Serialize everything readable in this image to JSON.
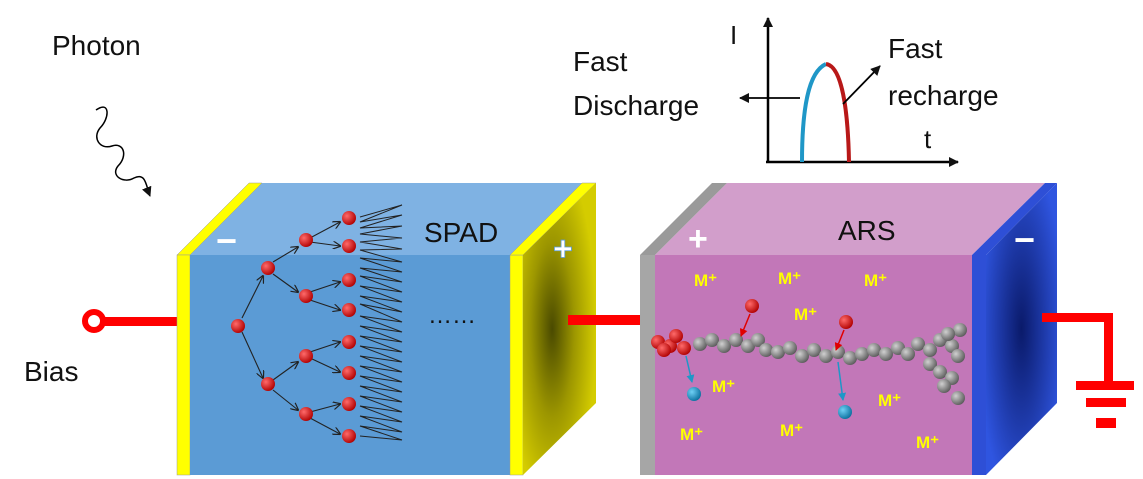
{
  "labels": {
    "photon": "Photon",
    "bias": "Bias",
    "spad": "SPAD",
    "ars": "ARS",
    "ellipsis": "……",
    "fast_discharge_1": "Fast",
    "fast_discharge_2": "Discharge",
    "fast_recharge_1": "Fast",
    "fast_recharge_2": "recharge",
    "axis_i": "I",
    "axis_t": "t",
    "spad_minus": "−",
    "spad_plus": "+",
    "ars_plus": "+",
    "ars_minus": "−",
    "ion": "M⁺"
  },
  "colors": {
    "spad_front": "#5b9bd5",
    "spad_top": "#7fb2e3",
    "electrode_yellow": "#ffff00",
    "gold_face": "#c8c200",
    "ars_front": "#c277b8",
    "ars_top": "#d8a3cf",
    "ars_right_electrode": "#2e4fd6",
    "wire_red": "#ff0000",
    "electron_red": "#c00000",
    "atom_gray": "#8c8c8c",
    "ion_blue": "#1f97c7",
    "ion_text": "#ffff00",
    "discharge_curve": "#1f97c7",
    "recharge_curve": "#b81818"
  }
}
